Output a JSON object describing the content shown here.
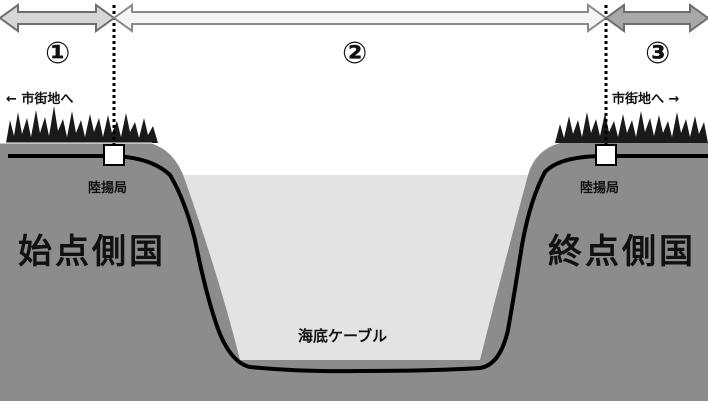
{
  "sections": [
    {
      "label": "①"
    },
    {
      "label": "②"
    },
    {
      "label": "③"
    }
  ],
  "left_side": {
    "to_city": "← 市街地へ",
    "station": "陸揚局",
    "country": "始点側国"
  },
  "right_side": {
    "to_city": "市街地へ →",
    "station": "陸揚局",
    "country": "終点側国"
  },
  "cable_label": "海底ケーブル",
  "colors": {
    "land": "#8c8c8c",
    "sea": "#e3e3e3",
    "cable": "#000000",
    "arrow_outline": "#6e6e6e",
    "arrow_fill": "#d6d6d6",
    "grass": "#1a1a1a"
  }
}
